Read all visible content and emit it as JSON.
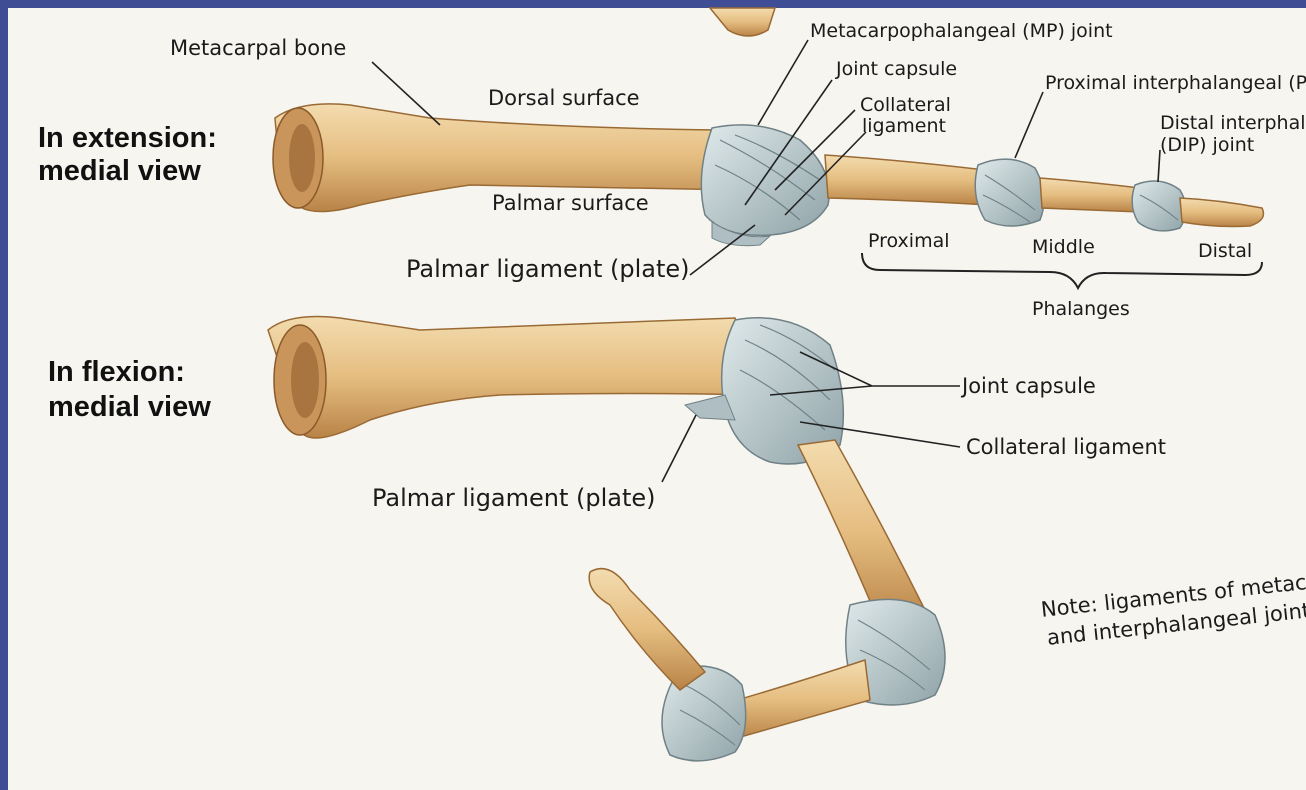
{
  "headings": {
    "extension_line1": "In extension:",
    "extension_line2": "medial view",
    "flexion_line1": "In flexion:",
    "flexion_line2": "medial view"
  },
  "extension_labels": {
    "metacarpal_bone": "Metacarpal bone",
    "dorsal_surface": "Dorsal surface",
    "palmar_surface": "Palmar surface",
    "palmar_ligament": "Palmar ligament (plate)",
    "mp_joint": "Metacarpophalangeal (MP) joint",
    "joint_capsule": "Joint capsule",
    "collateral_line1": "Collateral",
    "collateral_line2": "ligament",
    "pip_joint": "Proximal interphalangeal (PIP",
    "dip_line1": "Distal interphala",
    "dip_line2": "(DIP) joint"
  },
  "phalanges": {
    "proximal": "Proximal",
    "middle": "Middle",
    "distal": "Distal",
    "group": "Phalanges"
  },
  "flexion_labels": {
    "joint_capsule": "Joint capsule",
    "collateral_ligament": "Collateral ligament",
    "palmar_ligament": "Palmar ligament (plate)"
  },
  "note": {
    "line1": "Note: ligaments of metaca",
    "line2": "and interphalangeal joints"
  },
  "colors": {
    "frame": "#3f4d94",
    "paper": "#f7f5ef",
    "bone": "#e8c48b",
    "bone_shadow": "#b98347",
    "ligament": "#c9d7da",
    "ligament_shadow": "#8fa3a8"
  }
}
